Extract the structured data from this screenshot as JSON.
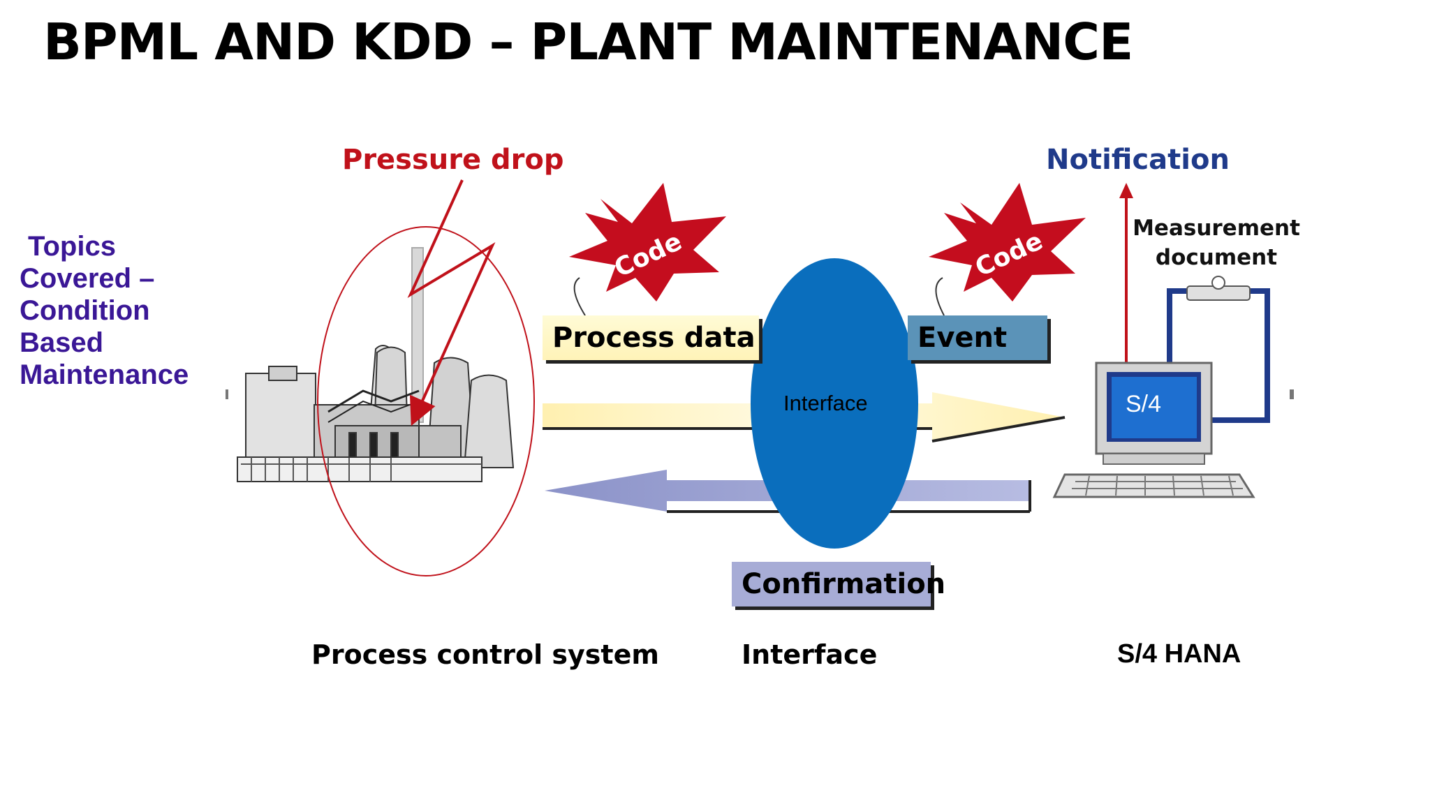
{
  "title": "BPML AND KDD – PLANT MAINTENANCE",
  "topics": [
    "Topics",
    "Covered –",
    "Condition",
    "Based",
    "Maintenance"
  ],
  "labels": {
    "pressure_drop": "Pressure drop",
    "notification": "Notification",
    "measurement_document": "Measurement document",
    "code_left": "Code",
    "code_right": "Code",
    "process_data": "Process data",
    "event": "Event",
    "interface_center": "Interface",
    "screen": "S/4",
    "confirmation": "Confirmation"
  },
  "sections": {
    "process_control_system": "Process control system",
    "interface": "Interface",
    "s4_hana": "S/4 HANA"
  },
  "colors": {
    "title": "#000000",
    "topics": "#3a1796",
    "pressure": "#c0111a",
    "notification": "#1f3a8a",
    "interface_ellipse": "#0a6ebd",
    "code_star": "#c40d1e",
    "event_box": "#5b93b8",
    "confirmation_box": "#a7acd6",
    "process_data_box": "#fff3b8"
  }
}
